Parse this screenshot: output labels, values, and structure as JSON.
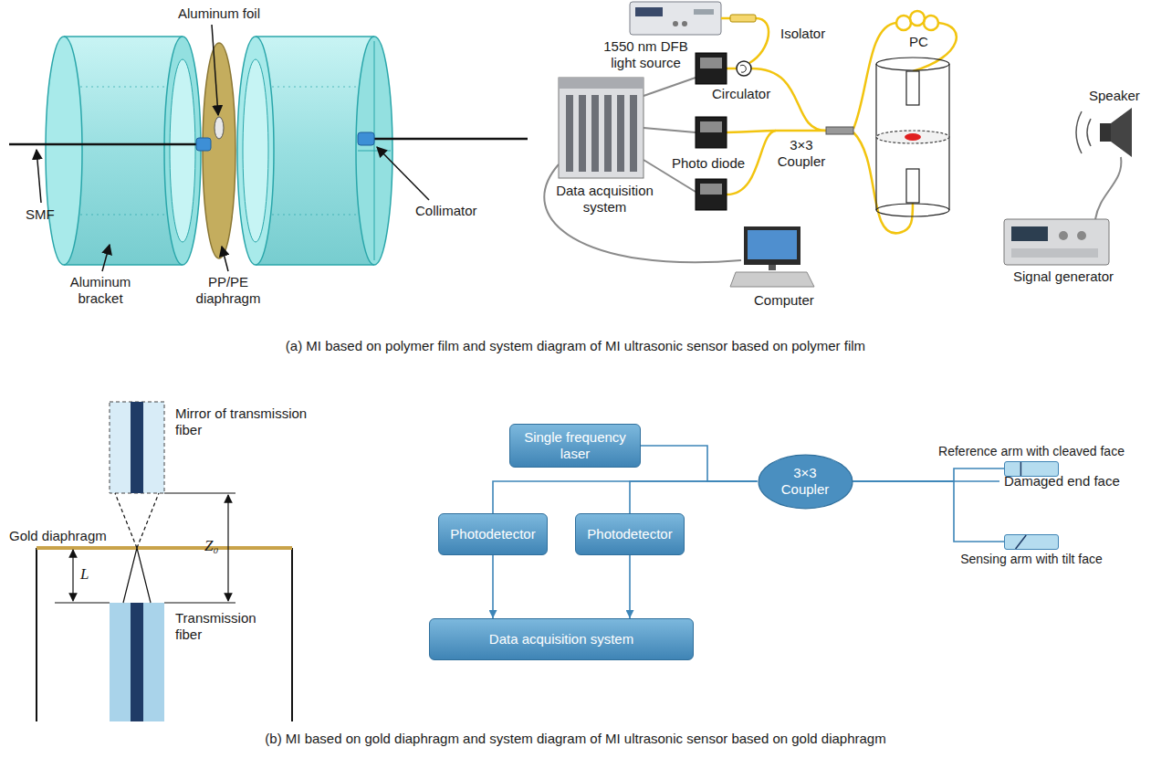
{
  "diagram": {
    "nodes": [
      {
        "text": [
          "Single frequency laser"
        ]
      },
      {
        "text": [
          "Reference arm with cleaved face"
        ]
      },
      {
        "text": [
          "3×3 Coupler"
        ]
      },
      {
        "text": [
          "Photodetector"
        ]
      },
      {
        "text": [
          "Photodetector"
        ]
      },
      {
        "text": [
          "Sensing arm with tilt face"
        ]
      },
      {
        "text": [
          "Data acquisition system"
        ]
      }
    ],
    "edges": [
      {
        "from": 0,
        "to": 2,
        "arrow": "none"
      },
      {
        "from": 2,
        "to": 3,
        "arrow": "none"
      },
      {
        "from": 2,
        "to": 4,
        "arrow": "none"
      },
      {
        "from": 3,
        "to": 6,
        "arrow": "to"
      },
      {
        "from": 4,
        "to": 6,
        "arrow": "to"
      },
      {
        "from": 2,
        "to": 1,
        "arrow": "none"
      },
      {
        "from": 2,
        "to": 5,
        "arrow": "none"
      }
    ],
    "labels": [
      "Aluminum foil",
      "SMF",
      "Collimator",
      "Aluminum bracket",
      "PP/PE diaphragm",
      "1550 nm DFB light source",
      "Isolator",
      "Circulator",
      "PC",
      "Speaker",
      "3×3 Coupler",
      "Photo diode",
      "Data acquisition system",
      "Computer",
      "Signal generator",
      "(a) MI based on polymer film and system diagram of MI ultrasonic sensor based on polymer film",
      "Mirror of transmission fiber",
      "Gold diaphragm",
      "L",
      "Z₀",
      "Transmission fiber",
      "Damaged end face",
      "(b) MI based on gold diaphragm and system diagram of MI ultrasonic sensor based on gold diaphragm"
    ]
  }
}
